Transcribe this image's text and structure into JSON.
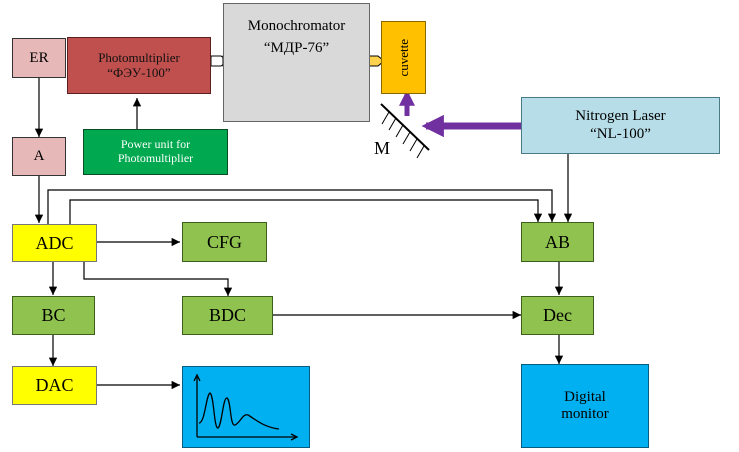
{
  "blocks": {
    "er": "ER",
    "photomultiplier": [
      "Photomultiplier",
      "“ФЭУ-100”"
    ],
    "power_unit": [
      "Power unit for",
      "Photomultiplier"
    ],
    "monochromator": [
      "Monochromator",
      "“МДР-76”"
    ],
    "cuvette": "cuvette",
    "mirror": "M",
    "nitrogen_laser": [
      "Nitrogen Laser",
      "“NL-100”"
    ],
    "a": "A",
    "adc": "ADC",
    "cfg": "CFG",
    "ab": "AB",
    "bc": "BC",
    "bdc": "BDC",
    "dec": "Dec",
    "dac": "DAC",
    "digital_monitor": [
      "Digital",
      "monitor"
    ]
  },
  "colors": {
    "pink": "#e6b8b7",
    "red": "#c0504d",
    "dark_green": "#00a84f",
    "gray": "#d9d9d9",
    "orange": "#ffc000",
    "light_blue": "#b7dde8",
    "yellow": "#ffff00",
    "green": "#8fc24f",
    "cyan": "#00b0f0",
    "laser_beam": "#7030a0"
  }
}
